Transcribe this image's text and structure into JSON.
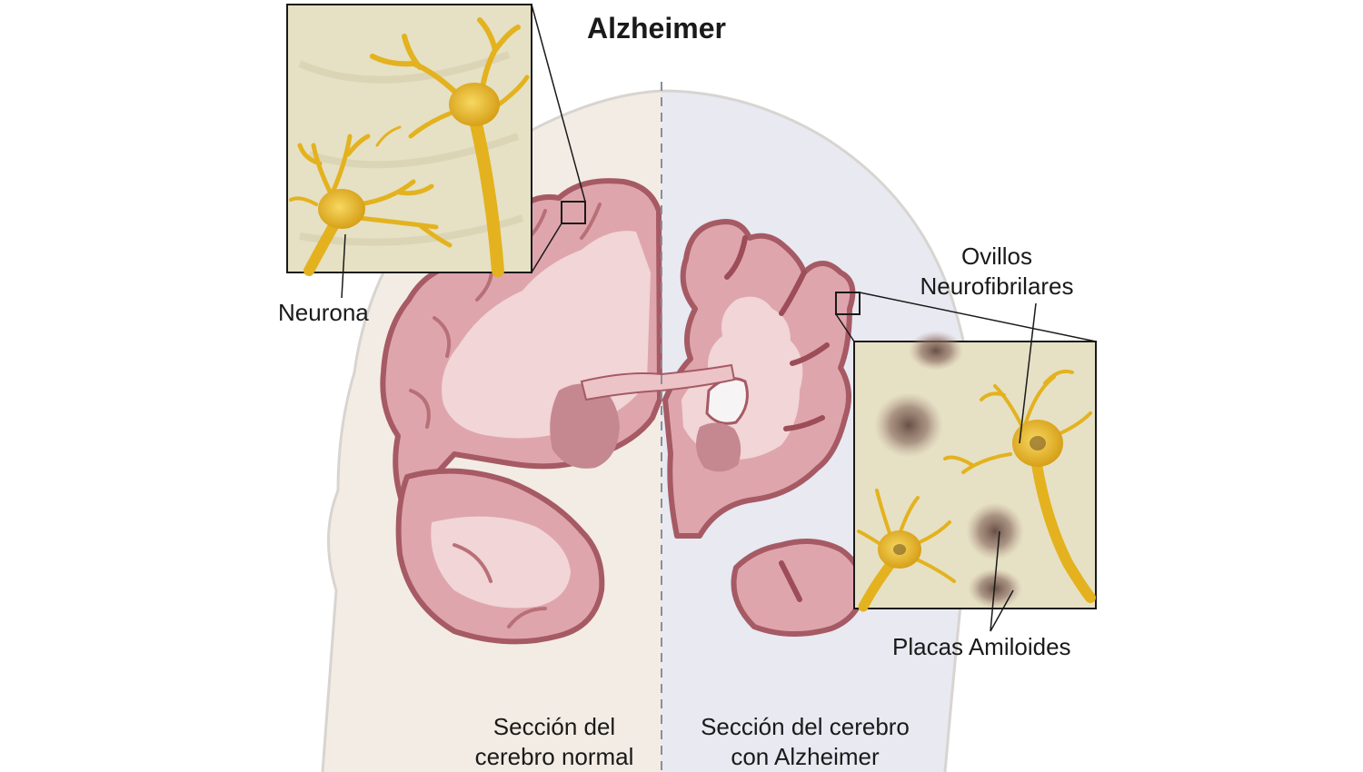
{
  "title": "Alzheimer",
  "labels": {
    "neuron": "Neurona",
    "tangles_line1": "Ovillos",
    "tangles_line2": "Neurofibrilares",
    "plaques": "Placas Amiloides",
    "normal_line1": "Sección del",
    "normal_line2": "cerebro normal",
    "alz_line1": "Sección del cerebro",
    "alz_line2": "con Alzheimer"
  },
  "colors": {
    "normal_bg": "#f3ece4",
    "alz_bg": "#e8e9f1",
    "brain_surface": "#dfa5ad",
    "brain_edge": "#a65a64",
    "white_matter": "#f1d5d7",
    "deep_structure": "#c58890",
    "neuron": "#e3b21e",
    "inset_bg": "#e6e1c4",
    "plaque": "#7a5c55"
  }
}
